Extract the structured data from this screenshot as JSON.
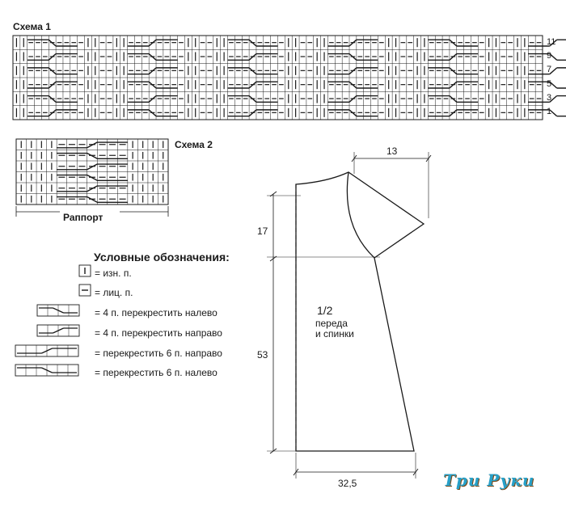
{
  "scheme1": {
    "title": "Схема 1",
    "row_numbers": [
      "11",
      "9",
      "7",
      "5",
      "3",
      "1"
    ]
  },
  "scheme2": {
    "title": "Схема 2",
    "repeat_label": "Раппорт"
  },
  "legend": {
    "title": "Условные обозначения:",
    "items": [
      {
        "symbol": "purl",
        "text": "= изн. п."
      },
      {
        "symbol": "knit",
        "text": "= лиц. п."
      },
      {
        "symbol": "cross-4-left",
        "text": "= 4 п. перекрестить налево"
      },
      {
        "symbol": "cross-4-right",
        "text": "= 4 п. перекрестить направо"
      },
      {
        "symbol": "cross-6-right",
        "text": "= перекрестить 6 п. направо"
      },
      {
        "symbol": "cross-6-left",
        "text": "= перекрестить 6 п. налево"
      }
    ]
  },
  "pattern": {
    "label_lines": [
      "1/2",
      "переда",
      "и спинки"
    ],
    "dimensions": {
      "shoulder": "13",
      "armhole": "17",
      "body_length": "53",
      "bottom_width": "32,5"
    }
  },
  "watermark": "Три Руки",
  "colors": {
    "ink": "#1a1a1a",
    "logo": "#27a0c8"
  }
}
